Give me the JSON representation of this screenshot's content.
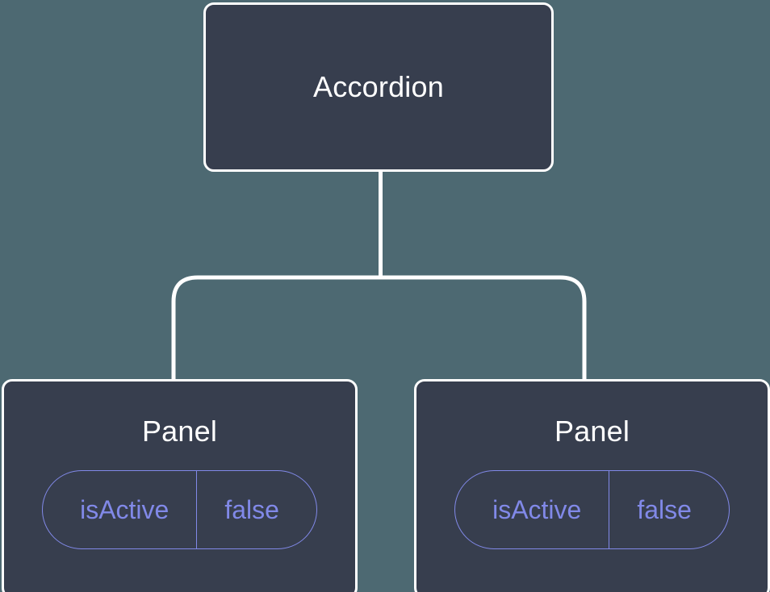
{
  "diagram": {
    "title": "Accordion component tree",
    "type": "component-tree",
    "background_color": "#4d6972",
    "node_fill_color": "#373e4e",
    "node_border_color": "#ffffff",
    "edge_color": "#ffffff",
    "accent_color": "#8189e8"
  },
  "nodes": {
    "root": {
      "label": "Accordion"
    },
    "panels": [
      {
        "label": "Panel",
        "prop": {
          "key": "isActive",
          "value": "false"
        }
      },
      {
        "label": "Panel",
        "prop": {
          "key": "isActive",
          "value": "false"
        }
      }
    ]
  },
  "edges": [
    {
      "from": "Accordion",
      "to": "Panel",
      "style": "orthogonal-rounded"
    },
    {
      "from": "Accordion",
      "to": "Panel",
      "style": "orthogonal-rounded"
    }
  ]
}
